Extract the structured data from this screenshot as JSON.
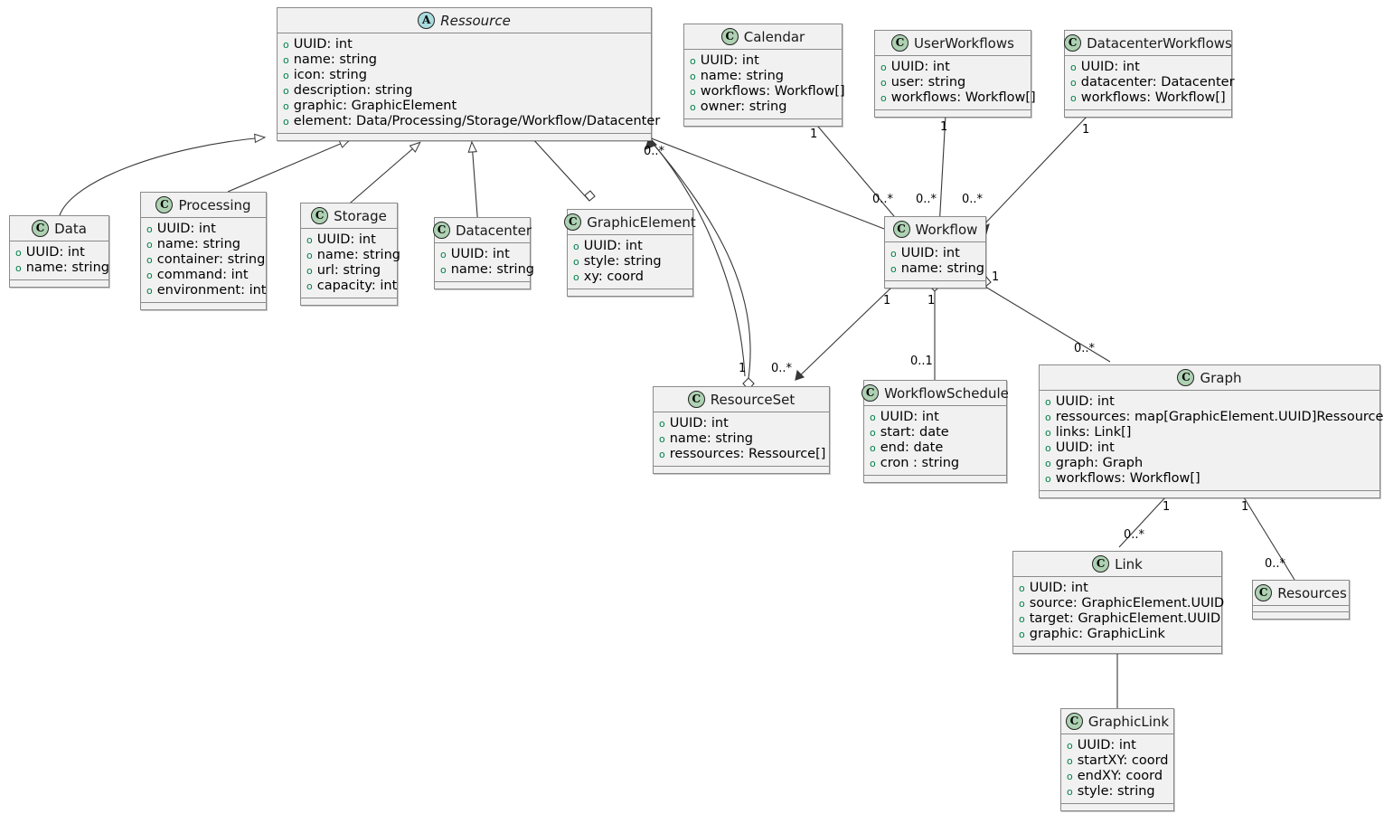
{
  "diagram": {
    "kind": "uml-class-diagram",
    "background": "#ffffff",
    "class_fill": "#F1F1F1",
    "class_border": "#8A8A8A",
    "class_icon_color": "#ADD1B2",
    "abstract_icon_color": "#A9DCDF",
    "visibility_marker_color": "#038048"
  },
  "classes": [
    {
      "id": "ressource",
      "name": "Ressource",
      "stereotype": "A",
      "abstract": true,
      "attributes": [
        "UUID: int",
        "name: string",
        "icon: string",
        "description: string",
        "graphic: GraphicElement",
        "element: Data/Processing/Storage/Workflow/Datacenter"
      ]
    },
    {
      "id": "data",
      "name": "Data",
      "stereotype": "C",
      "abstract": false,
      "attributes": [
        "UUID: int",
        "name: string"
      ]
    },
    {
      "id": "processing",
      "name": "Processing",
      "stereotype": "C",
      "abstract": false,
      "attributes": [
        "UUID: int",
        "name: string",
        "container: string",
        "command: int",
        "environment: int"
      ]
    },
    {
      "id": "storage",
      "name": "Storage",
      "stereotype": "C",
      "abstract": false,
      "attributes": [
        "UUID: int",
        "name: string",
        "url: string",
        "capacity: int"
      ]
    },
    {
      "id": "datacenter",
      "name": "Datacenter",
      "stereotype": "C",
      "abstract": false,
      "attributes": [
        "UUID: int",
        "name: string"
      ]
    },
    {
      "id": "graphicelement",
      "name": "GraphicElement",
      "stereotype": "C",
      "abstract": false,
      "attributes": [
        "UUID: int",
        "style: string",
        "xy: coord"
      ]
    },
    {
      "id": "calendar",
      "name": "Calendar",
      "stereotype": "C",
      "abstract": false,
      "attributes": [
        "UUID: int",
        "name: string",
        "workflows: Workflow[]",
        "owner: string"
      ]
    },
    {
      "id": "userworkflows",
      "name": "UserWorkflows",
      "stereotype": "C",
      "abstract": false,
      "attributes": [
        "UUID: int",
        "user: string",
        "workflows: Workflow[]"
      ]
    },
    {
      "id": "datacenterworkflows",
      "name": "DatacenterWorkflows",
      "stereotype": "C",
      "abstract": false,
      "attributes": [
        "UUID: int",
        "datacenter: Datacenter",
        "workflows: Workflow[]"
      ]
    },
    {
      "id": "workflow",
      "name": "Workflow",
      "stereotype": "C",
      "abstract": false,
      "attributes": [
        "UUID: int",
        "name: string"
      ]
    },
    {
      "id": "resourceset",
      "name": "ResourceSet",
      "stereotype": "C",
      "abstract": false,
      "attributes": [
        "UUID: int",
        "name: string",
        "ressources: Ressource[]"
      ]
    },
    {
      "id": "workflowschedule",
      "name": "WorkflowSchedule",
      "stereotype": "C",
      "abstract": false,
      "attributes": [
        "UUID: int",
        "start: date",
        "end: date",
        "cron : string"
      ]
    },
    {
      "id": "graph",
      "name": "Graph",
      "stereotype": "C",
      "abstract": false,
      "attributes": [
        "UUID: int",
        "ressources: map[GraphicElement.UUID]Ressource",
        "links: Link[]",
        "UUID: int",
        "graph: Graph",
        "workflows: Workflow[]"
      ]
    },
    {
      "id": "link",
      "name": "Link",
      "stereotype": "C",
      "abstract": false,
      "attributes": [
        "UUID: int",
        "source: GraphicElement.UUID",
        "target: GraphicElement.UUID",
        "graphic: GraphicLink"
      ]
    },
    {
      "id": "resources",
      "name": "Resources",
      "stereotype": "C",
      "abstract": false,
      "attributes": []
    },
    {
      "id": "graphiclink",
      "name": "GraphicLink",
      "stereotype": "C",
      "abstract": false,
      "attributes": [
        "UUID: int",
        "startXY: coord",
        "endXY: coord",
        "style: string"
      ]
    }
  ],
  "multiplicities": [
    {
      "id": "m-ressource-right",
      "label": "0..*"
    },
    {
      "id": "m-calendar-1",
      "label": "1"
    },
    {
      "id": "m-userworkflows-1",
      "label": "1"
    },
    {
      "id": "m-datacenterworkflows-1",
      "label": "1"
    },
    {
      "id": "m-wf-top-left",
      "label": "0..*"
    },
    {
      "id": "m-wf-top-mid",
      "label": "0..*"
    },
    {
      "id": "m-wf-top-right",
      "label": "0..*"
    },
    {
      "id": "m-wf-bot-left",
      "label": "1"
    },
    {
      "id": "m-wf-bot-mid",
      "label": "1"
    },
    {
      "id": "m-wf-bot-right",
      "label": "1"
    },
    {
      "id": "m-resourceset-1",
      "label": "1"
    },
    {
      "id": "m-resourceset-many",
      "label": "0..*"
    },
    {
      "id": "m-workflowschedule",
      "label": "0..1"
    },
    {
      "id": "m-graph-many",
      "label": "0..*"
    },
    {
      "id": "m-graph-link-1",
      "label": "1"
    },
    {
      "id": "m-graph-res-1",
      "label": "1"
    },
    {
      "id": "m-link-many",
      "label": "0..*"
    },
    {
      "id": "m-resources-many",
      "label": "0..*"
    }
  ]
}
